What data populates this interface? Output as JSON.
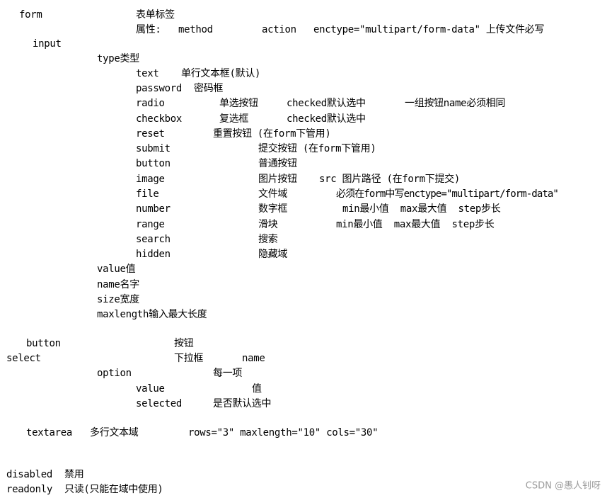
{
  "form": {
    "tag": "form",
    "desc": "表单标签",
    "attr_label": "属性:",
    "attr_method": "method",
    "attr_action": "action",
    "attr_enctype": "enctype=\"multipart/form-data\" 上传文件必写"
  },
  "input": {
    "tag": "input",
    "type_label": "type类型",
    "types": [
      {
        "name": "text",
        "desc": "单行文本框(默认)",
        "note": "",
        "extra": ""
      },
      {
        "name": "password",
        "desc": "密码框",
        "note": "",
        "extra": ""
      },
      {
        "name": "radio",
        "desc": "单选按钮",
        "note": "checked默认选中",
        "extra": "一组按钮name必须相同"
      },
      {
        "name": "checkbox",
        "desc": "复选框",
        "note": "checked默认选中",
        "extra": ""
      },
      {
        "name": "reset",
        "desc": "重置按钮 (在form下管用)",
        "note": "",
        "extra": ""
      },
      {
        "name": "submit",
        "desc": "提交按钮 (在form下管用)",
        "note": "",
        "extra": ""
      },
      {
        "name": "button",
        "desc": "普通按钮",
        "note": "",
        "extra": ""
      },
      {
        "name": "image",
        "desc": "图片按钮",
        "note": "src 图片路径 (在form下提交)",
        "extra": ""
      },
      {
        "name": "file",
        "desc": "文件域",
        "note": "必须在form中写enctype=\"multipart/form-data\"",
        "extra": ""
      },
      {
        "name": "number",
        "desc": "数字框",
        "note": "min最小值  max最大值  step步长",
        "extra": ""
      },
      {
        "name": "range",
        "desc": "滑块",
        "note": "min最小值  max最大值  step步长",
        "extra": ""
      },
      {
        "name": "search",
        "desc": "搜索",
        "note": "",
        "extra": ""
      },
      {
        "name": "hidden",
        "desc": "隐藏域",
        "note": "",
        "extra": ""
      }
    ],
    "attrs": [
      "value值",
      "name名字",
      "size宽度",
      "maxlength输入最大长度"
    ]
  },
  "button": {
    "tag": "button",
    "desc": "按钮"
  },
  "select": {
    "tag": "select",
    "desc": "下拉框",
    "attr": "name",
    "option_tag": "option",
    "option_desc": "每一项",
    "value_label": "value",
    "value_desc": "值",
    "selected_label": "selected",
    "selected_desc": "是否默认选中"
  },
  "textarea": {
    "tag": "textarea",
    "desc": "多行文本域",
    "attrs": "rows=\"3\" maxlength=\"10\" cols=\"30\""
  },
  "common": [
    {
      "name": "disabled",
      "desc": "禁用"
    },
    {
      "name": "readonly",
      "desc": "只读(只能在域中使用)"
    }
  ],
  "watermark": "CSDN @愚人钊呀"
}
